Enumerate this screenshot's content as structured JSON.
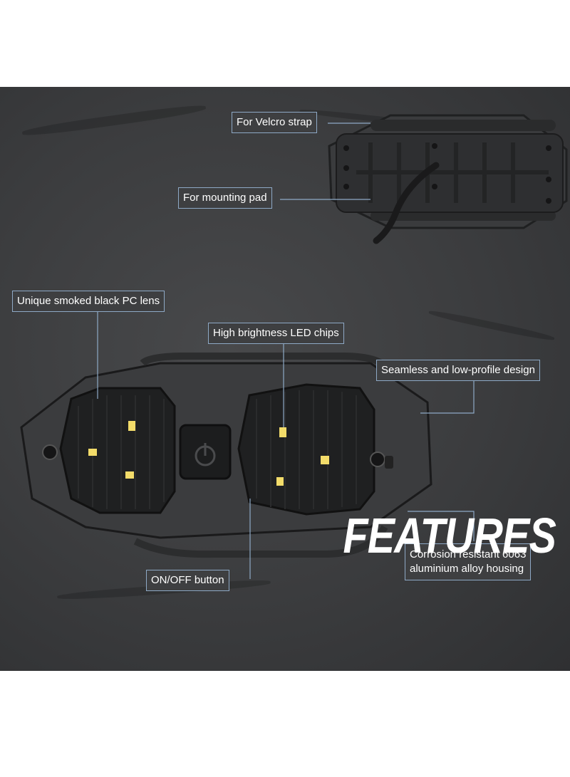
{
  "callouts": {
    "velcro": "For Velcro strap",
    "mounting_pad": "For mounting pad",
    "lens": "Unique smoked black PC lens",
    "led_chips": "High brightness LED chips",
    "design": "Seamless and low-profile design",
    "housing_line1": "Corrosion resistant 6063",
    "housing_line2": "aluminium alloy housing",
    "button": "ON/OFF button"
  },
  "title": "FEATURES",
  "colors": {
    "panel": "#3b3c3e",
    "callout_border": "#8ea9c6",
    "led": "#f3dc6a"
  }
}
